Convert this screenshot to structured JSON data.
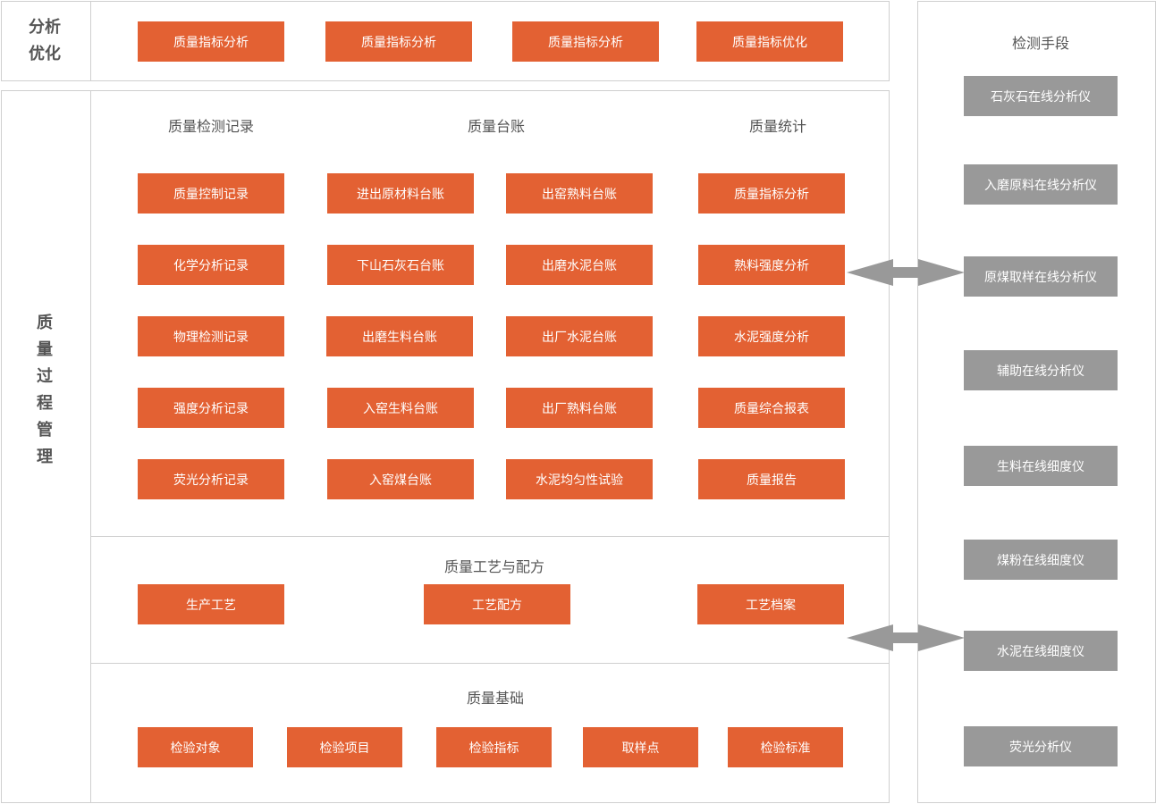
{
  "analysis": {
    "label": "分析优化",
    "label_line1": "分析",
    "label_line2": "优化",
    "buttons": [
      "质量指标分析",
      "质量指标分析",
      "质量指标分析",
      "质量指标优化"
    ]
  },
  "process": {
    "label": "质量过程管理",
    "columns": {
      "records": {
        "title": "质量检测记录",
        "items": [
          "质量控制记录",
          "化学分析记录",
          "物理检测记录",
          "强度分析记录",
          "荧光分析记录"
        ]
      },
      "ledger": {
        "title": "质量台账",
        "items_left": [
          "进出原材料台账",
          "下山石灰石台账",
          "出磨生料台账",
          "入窑生料台账",
          "入窑煤台账"
        ],
        "items_right": [
          "出窑熟料台账",
          "出磨水泥台账",
          "出厂水泥台账",
          "出厂熟料台账",
          "水泥均匀性试验"
        ]
      },
      "stats": {
        "title": "质量统计",
        "items": [
          "质量指标分析",
          "熟料强度分析",
          "水泥强度分析",
          "质量综合报表",
          "质量报告"
        ]
      }
    },
    "craft": {
      "title": "质量工艺与配方",
      "items": [
        "生产工艺",
        "工艺配方",
        "工艺档案"
      ]
    },
    "basics": {
      "title": "质量基础",
      "items": [
        "检验对象",
        "检验项目",
        "检验指标",
        "取样点",
        "检验标准"
      ]
    }
  },
  "detection": {
    "title": "检测手段",
    "items": [
      "石灰石在线分析仪",
      "入磨原料在线分析仪",
      "原煤取样在线分析仪",
      "辅助在线分析仪",
      "生料在线细度仪",
      "煤粉在线细度仪",
      "水泥在线细度仪",
      "荧光分析仪"
    ]
  },
  "colors": {
    "accent": "#e36133",
    "instrument": "#999999",
    "border": "#cfcfcf",
    "arrow": "#999999",
    "text": "#555555"
  }
}
